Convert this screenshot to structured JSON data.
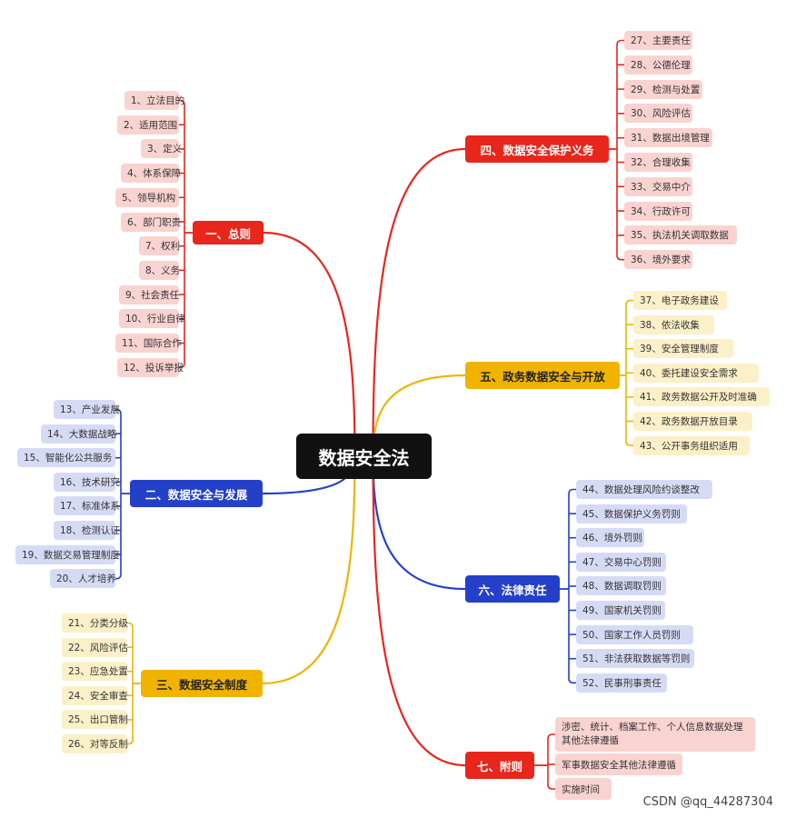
{
  "root": {
    "label": "数据安全法"
  },
  "branches": [
    {
      "id": "b1",
      "label": "一、总则",
      "color": "#e8261c",
      "leaf_bg": "#f9d3d0",
      "text_color": "#ffffff",
      "leaves": [
        "1、立法目的",
        "2、适用范围",
        "3、定义",
        "4、体系保障",
        "5、领导机构",
        "6、部门职责",
        "7、权利",
        "8、义务",
        "9、社会责任",
        "10、行业自律",
        "11、国际合作",
        "12、投诉举报"
      ]
    },
    {
      "id": "b2",
      "label": "二、数据安全与发展",
      "color": "#2540c8",
      "leaf_bg": "#d6dbf5",
      "text_color": "#ffffff",
      "leaves": [
        "13、产业发展",
        "14、大数据战略",
        "15、智能化公共服务",
        "16、技术研究",
        "17、标准体系",
        "18、检测认证",
        "19、数据交易管理制度",
        "20、人才培养"
      ]
    },
    {
      "id": "b3",
      "label": "三、数据安全制度",
      "color": "#f0b400",
      "leaf_bg": "#fbf0c8",
      "text_color": "#222222",
      "leaves": [
        "21、分类分级",
        "22、风险评估",
        "23、应急处置",
        "24、安全审查",
        "25、出口管制",
        "26、对等反制"
      ]
    },
    {
      "id": "b4",
      "label": "四、数据安全保护义务",
      "color": "#e8261c",
      "leaf_bg": "#f9d3d0",
      "text_color": "#ffffff",
      "leaves": [
        "27、主要责任",
        "28、公德伦理",
        "29、检测与处置",
        "30、风险评估",
        "31、数据出境管理",
        "32、合理收集",
        "33、交易中介",
        "34、行政许可",
        "35、执法机关调取数据",
        "36、境外要求"
      ]
    },
    {
      "id": "b5",
      "label": "五、政务数据安全与开放",
      "color": "#f0b400",
      "leaf_bg": "#fbf0c8",
      "text_color": "#222222",
      "leaves": [
        "37、电子政务建设",
        "38、依法收集",
        "39、安全管理制度",
        "40、委托建设安全需求",
        "41、政务数据公开及时准确",
        "42、政务数据开放目录",
        "43、公开事务组织适用"
      ]
    },
    {
      "id": "b6",
      "label": "六、法律责任",
      "color": "#2540c8",
      "leaf_bg": "#d6dbf5",
      "text_color": "#ffffff",
      "leaves": [
        "44、数据处理风险约谈整改",
        "45、数据保护义务罚则",
        "46、境外罚则",
        "47、交易中心罚则",
        "48、数据调取罚则",
        "49、国家机关罚则",
        "50、国家工作人员罚则",
        "51、非法获取数据等罚则",
        "52、民事刑事责任"
      ]
    },
    {
      "id": "b7",
      "label": "七、附则",
      "color": "#e8261c",
      "leaf_bg": "#f9d3d0",
      "text_color": "#ffffff",
      "leaves": [
        "涉密、统计、档案工作、个人信息数据处理其他法律遵循",
        "军事数据安全其他法律遵循",
        "实施时间"
      ]
    }
  ],
  "watermark": "CSDN @qq_44287304"
}
